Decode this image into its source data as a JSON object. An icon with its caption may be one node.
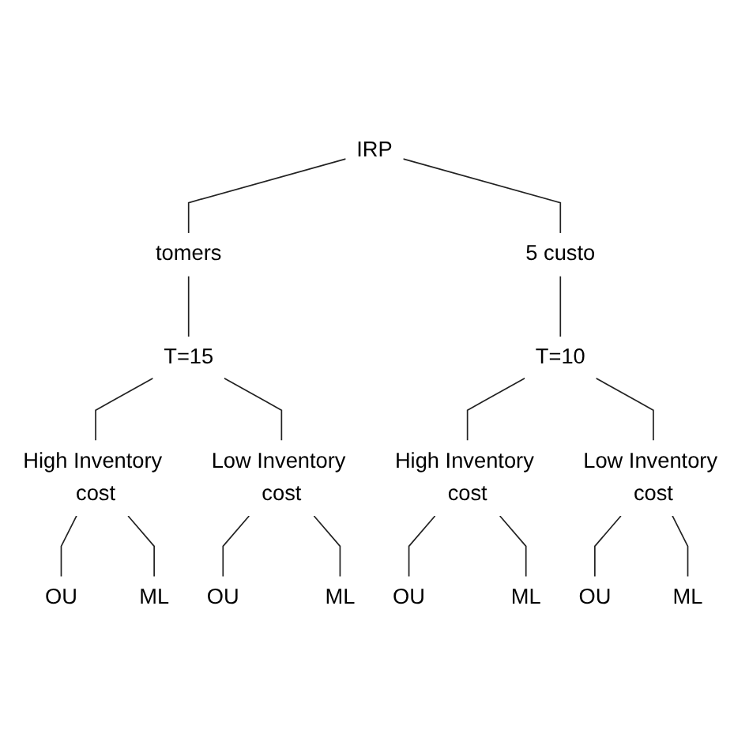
{
  "diagram": {
    "nodes": [
      {
        "text": [
          "IRP"
        ]
      },
      {
        "text": [
          "tomers"
        ]
      },
      {
        "text": [
          "5 custo"
        ]
      },
      {
        "text": [
          "T=15"
        ]
      },
      {
        "text": [
          "T=10"
        ]
      },
      {
        "text": [
          "High Inventory cost"
        ]
      },
      {
        "text": [
          "Low Inventory cost"
        ]
      },
      {
        "text": [
          "High Inventory cost"
        ]
      },
      {
        "text": [
          "Low Inventory cost"
        ]
      },
      {
        "text": [
          "OU"
        ]
      },
      {
        "text": [
          "ML"
        ]
      },
      {
        "text": [
          "OU"
        ]
      },
      {
        "text": [
          "ML"
        ]
      },
      {
        "text": [
          "OU"
        ]
      },
      {
        "text": [
          "ML"
        ]
      },
      {
        "text": [
          "OU"
        ]
      },
      {
        "text": [
          "ML"
        ]
      }
    ],
    "edges": [
      {
        "from": 0,
        "to": 1,
        "arrow": "none"
      },
      {
        "from": 0,
        "to": 2,
        "arrow": "none"
      },
      {
        "from": 1,
        "to": 3,
        "arrow": "none"
      },
      {
        "from": 2,
        "to": 4,
        "arrow": "none"
      },
      {
        "from": 3,
        "to": 5,
        "arrow": "none"
      },
      {
        "from": 3,
        "to": 6,
        "arrow": "none"
      },
      {
        "from": 4,
        "to": 7,
        "arrow": "none"
      },
      {
        "from": 4,
        "to": 8,
        "arrow": "none"
      },
      {
        "from": 5,
        "to": 9,
        "arrow": "none"
      },
      {
        "from": 5,
        "to": 10,
        "arrow": "none"
      },
      {
        "from": 6,
        "to": 11,
        "arrow": "none"
      },
      {
        "from": 6,
        "to": 12,
        "arrow": "none"
      },
      {
        "from": 7,
        "to": 13,
        "arrow": "none"
      },
      {
        "from": 7,
        "to": 14,
        "arrow": "none"
      },
      {
        "from": 8,
        "to": 15,
        "arrow": "none"
      },
      {
        "from": 8,
        "to": 16,
        "arrow": "none"
      }
    ]
  }
}
